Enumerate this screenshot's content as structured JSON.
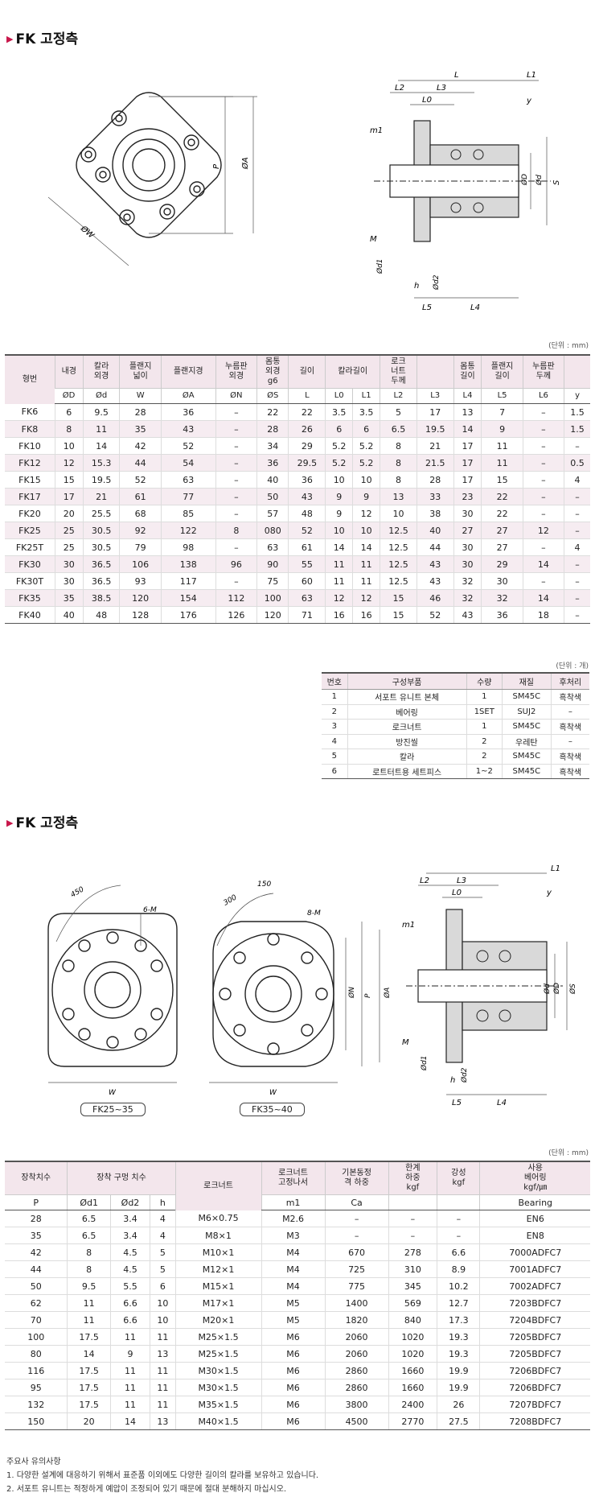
{
  "section1": {
    "title": "FK 고정측",
    "unit": "(단위 : mm)"
  },
  "section2": {
    "title": "FK 고정측",
    "unit": "(단위 : mm)"
  },
  "parts_unit": "(단위 : 개)",
  "drawing1_labels": {
    "L": "L",
    "L1": "L1",
    "L2": "L2",
    "L3": "L3",
    "L0": "L0",
    "y": "y",
    "m1": "m1",
    "M": "M",
    "P": "P",
    "A": "ØA",
    "W": "ØW",
    "D": "ØD",
    "d": "Ød",
    "S": "S",
    "d1": "Ød1",
    "d2": "Ød2",
    "h": "h",
    "L5": "L5",
    "L4": "L4"
  },
  "drawing2_labels": {
    "a450": "450",
    "m6": "6-M",
    "a300": "300",
    "m8": "8-M",
    "a150": "150",
    "N": "ØN",
    "P": "P",
    "A": "ØA",
    "W1": "W",
    "W2": "W",
    "cap1": "FK25~35",
    "cap2": "FK35~40",
    "S": "ØS"
  },
  "spec_table": {
    "head_row1": [
      "형번",
      "내경",
      "칼라\n외경",
      "플랜지\n넓이",
      "플랜지경",
      "누름판\n외경",
      "몸통\n외경\ng6",
      "길이",
      "칼라길이",
      "로크\n너트\n두께",
      "",
      "몸통\n길이",
      "플랜지\n길이",
      "누름판\n두께",
      ""
    ],
    "head_row2": [
      "ØD",
      "Ød",
      "W",
      "ØA",
      "ØN",
      "ØS",
      "L",
      "L0",
      "L1",
      "L2",
      "L3",
      "L4",
      "L5",
      "L6",
      "y"
    ],
    "rows": [
      [
        "FK6",
        "6",
        "9.5",
        "28",
        "36",
        "–",
        "22",
        "22",
        "3.5",
        "3.5",
        "5",
        "17",
        "13",
        "7",
        "–",
        "1.5"
      ],
      [
        "FK8",
        "8",
        "11",
        "35",
        "43",
        "–",
        "28",
        "26",
        "6",
        "6",
        "6.5",
        "19.5",
        "14",
        "9",
        "–",
        "1.5"
      ],
      [
        "FK10",
        "10",
        "14",
        "42",
        "52",
        "–",
        "34",
        "29",
        "5.2",
        "5.2",
        "8",
        "21",
        "17",
        "11",
        "–",
        "–"
      ],
      [
        "FK12",
        "12",
        "15.3",
        "44",
        "54",
        "–",
        "36",
        "29.5",
        "5.2",
        "5.2",
        "8",
        "21.5",
        "17",
        "11",
        "–",
        "0.5"
      ],
      [
        "FK15",
        "15",
        "19.5",
        "52",
        "63",
        "–",
        "40",
        "36",
        "10",
        "10",
        "8",
        "28",
        "17",
        "15",
        "–",
        "4"
      ],
      [
        "FK17",
        "17",
        "21",
        "61",
        "77",
        "–",
        "50",
        "43",
        "9",
        "9",
        "13",
        "33",
        "23",
        "22",
        "–",
        "–"
      ],
      [
        "FK20",
        "20",
        "25.5",
        "68",
        "85",
        "–",
        "57",
        "48",
        "9",
        "12",
        "10",
        "38",
        "30",
        "22",
        "–",
        "–"
      ],
      [
        "FK25",
        "25",
        "30.5",
        "92",
        "122",
        "8",
        "080",
        "52",
        "10",
        "10",
        "12.5",
        "40",
        "27",
        "27",
        "12",
        "–"
      ],
      [
        "FK25T",
        "25",
        "30.5",
        "79",
        "98",
        "–",
        "63",
        "61",
        "14",
        "14",
        "12.5",
        "44",
        "30",
        "27",
        "–",
        "4"
      ],
      [
        "FK30",
        "30",
        "36.5",
        "106",
        "138",
        "96",
        "90",
        "55",
        "11",
        "11",
        "12.5",
        "43",
        "30",
        "29",
        "14",
        "–"
      ],
      [
        "FK30T",
        "30",
        "36.5",
        "93",
        "117",
        "–",
        "75",
        "60",
        "11",
        "11",
        "12.5",
        "43",
        "32",
        "30",
        "–",
        "–"
      ],
      [
        "FK35",
        "35",
        "38.5",
        "120",
        "154",
        "112",
        "100",
        "63",
        "12",
        "12",
        "15",
        "46",
        "32",
        "32",
        "14",
        "–"
      ],
      [
        "FK40",
        "40",
        "48",
        "128",
        "176",
        "126",
        "120",
        "71",
        "16",
        "16",
        "15",
        "52",
        "43",
        "36",
        "18",
        "–"
      ]
    ]
  },
  "parts_table": {
    "head": [
      "번호",
      "구성부품",
      "수량",
      "재질",
      "후처리"
    ],
    "rows": [
      [
        "1",
        "서포트 유니트 본체",
        "1",
        "SM45C",
        "흑착색"
      ],
      [
        "2",
        "베어링",
        "1SET",
        "SUJ2",
        "–"
      ],
      [
        "3",
        "로크너트",
        "1",
        "SM45C",
        "흑착색"
      ],
      [
        "4",
        "방진씰",
        "2",
        "우레탄",
        "–"
      ],
      [
        "5",
        "칼라",
        "2",
        "SM45C",
        "흑착색"
      ],
      [
        "6",
        "로트터트용 세트피스",
        "1~2",
        "SM45C",
        "흑착색"
      ]
    ]
  },
  "mount_table": {
    "head_row1": [
      "장착치수",
      "장착 구멍 치수",
      "로크너트",
      "로크너트\n고정나서",
      "기본동정\n격 하중",
      "한계\n하중",
      "강성",
      "사용\n베어링"
    ],
    "head_row2": [
      "P",
      "Ød1",
      "Ød2",
      "h",
      "",
      "m1",
      "Ca",
      "",
      "",
      " ",
      "Bearing"
    ],
    "units": [
      "kgf",
      "kgf",
      "kgf/㎛"
    ],
    "rows": [
      [
        "28",
        "6.5",
        "3.4",
        "4",
        "M6×0.75",
        "M2.6",
        "–",
        "–",
        "–",
        "EN6"
      ],
      [
        "35",
        "6.5",
        "3.4",
        "4",
        "M8×1",
        "M3",
        "–",
        "–",
        "–",
        "EN8"
      ],
      [
        "42",
        "8",
        "4.5",
        "5",
        "M10×1",
        "M4",
        "670",
        "278",
        "6.6",
        "7000ADFC7"
      ],
      [
        "44",
        "8",
        "4.5",
        "5",
        "M12×1",
        "M4",
        "725",
        "310",
        "8.9",
        "7001ADFC7"
      ],
      [
        "50",
        "9.5",
        "5.5",
        "6",
        "M15×1",
        "M4",
        "775",
        "345",
        "10.2",
        "7002ADFC7"
      ],
      [
        "62",
        "11",
        "6.6",
        "10",
        "M17×1",
        "M5",
        "1400",
        "569",
        "12.7",
        "7203BDFC7"
      ],
      [
        "70",
        "11",
        "6.6",
        "10",
        "M20×1",
        "M5",
        "1820",
        "840",
        "17.3",
        "7204BDFC7"
      ],
      [
        "100",
        "17.5",
        "11",
        "11",
        "M25×1.5",
        "M6",
        "2060",
        "1020",
        "19.3",
        "7205BDFC7"
      ],
      [
        "80",
        "14",
        "9",
        "13",
        "M25×1.5",
        "M6",
        "2060",
        "1020",
        "19.3",
        "7205BDFC7"
      ],
      [
        "116",
        "17.5",
        "11",
        "11",
        "M30×1.5",
        "M6",
        "2860",
        "1660",
        "19.9",
        "7206BDFC7"
      ],
      [
        "95",
        "17.5",
        "11",
        "11",
        "M30×1.5",
        "M6",
        "2860",
        "1660",
        "19.9",
        "7206BDFC7"
      ],
      [
        "132",
        "17.5",
        "11",
        "11",
        "M35×1.5",
        "M6",
        "3800",
        "2400",
        "26",
        "7207BDFC7"
      ],
      [
        "150",
        "20",
        "14",
        "13",
        "M40×1.5",
        "M6",
        "4500",
        "2770",
        "27.5",
        "7208BDFC7"
      ]
    ]
  },
  "notes": {
    "heading": "주요사 유의사항",
    "items": [
      "1. 다양한 설계에 대응하기 위해서 표준품 이외에도 다양한 길이의 칼라를 보유하고 있습니다.",
      "2. 서포트 유니트는 적정하게 예압이 조정되어 있기 때문에 절대 분해하지 마십시오."
    ]
  },
  "colors": {
    "accent": "#c8174b",
    "header_bg": "#f3e6ec",
    "row_alt": "#f6ecf1"
  }
}
